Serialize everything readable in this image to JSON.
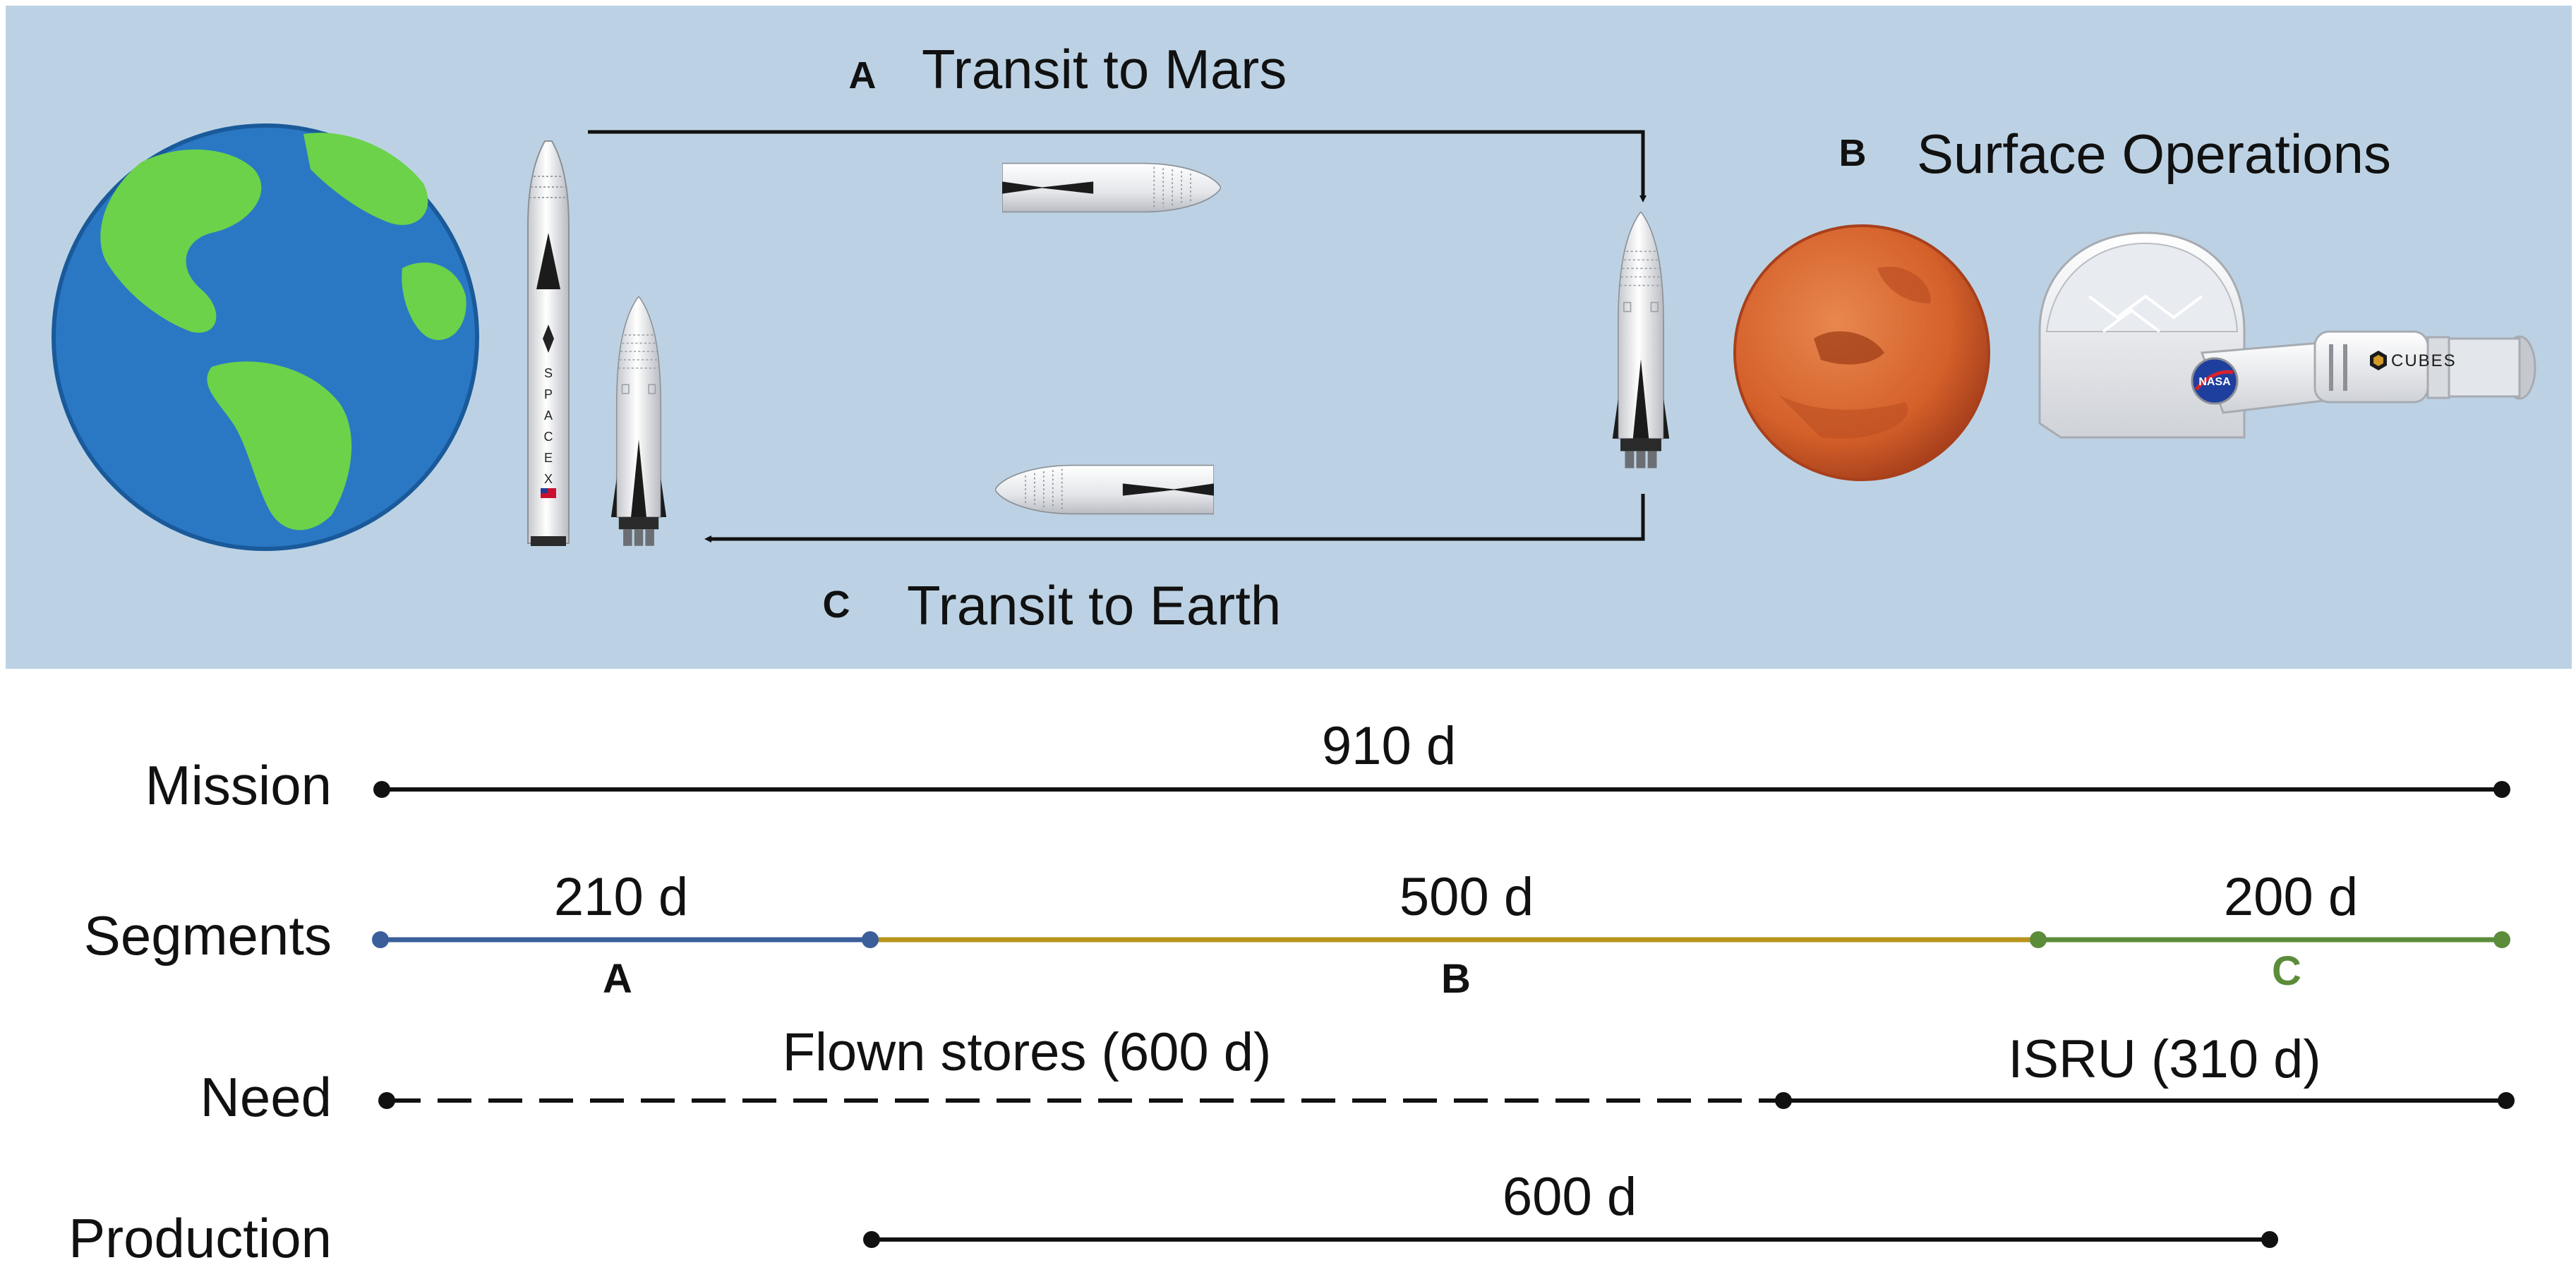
{
  "top_panel": {
    "phase_a": {
      "letter": "A",
      "label": "Transit to Mars"
    },
    "phase_b": {
      "letter": "B",
      "label": "Surface Operations"
    },
    "phase_c": {
      "letter": "C",
      "label": "Transit to Earth"
    },
    "rocket_lettering": [
      "S",
      "P",
      "A",
      "C",
      "E",
      "X"
    ],
    "habitat_lettering": [
      "NASA",
      "CUBES"
    ]
  },
  "timeline": {
    "rows": {
      "mission": "Mission",
      "segments": "Segments",
      "need": "Need",
      "production": "Production"
    },
    "mission_duration": "910 d",
    "segment_a": {
      "duration": "210 d",
      "letter": "A"
    },
    "segment_b": {
      "duration": "500 d",
      "letter": "B"
    },
    "segment_c": {
      "duration": "200 d",
      "letter": "C"
    },
    "need_flown": "Flown stores (600 d)",
    "need_isru": "ISRU (310 d)",
    "production_duration": "600 d"
  },
  "colors": {
    "panel_background": "#bcd2e4",
    "segment_a": "#3a5f9b",
    "segment_b": "#b8941c",
    "segment_c": "#5b8c3a",
    "earth_ocean": "#2a78c4",
    "earth_land": "#6bd24a",
    "mars": "#d4602a"
  }
}
